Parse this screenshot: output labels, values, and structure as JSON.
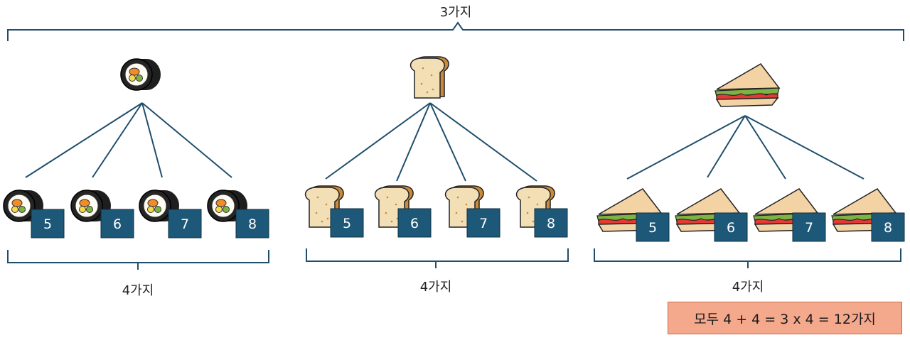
{
  "top_label": "3가지",
  "groups": [
    {
      "food": "gimbap",
      "count_label": "4가지",
      "numbers": [
        "5",
        "6",
        "7",
        "8"
      ]
    },
    {
      "food": "bread",
      "count_label": "4가지",
      "numbers": [
        "5",
        "6",
        "7",
        "8"
      ]
    },
    {
      "food": "sandwich",
      "count_label": "4가지",
      "numbers": [
        "5",
        "6",
        "7",
        "8"
      ]
    }
  ],
  "summary": "모두 4 + 4 = 3 x 4 = 12가지",
  "colors": {
    "line": "#1f4e6b",
    "box": "#1d5878",
    "summary_fill": "#f4a88c",
    "summary_border": "#c96b4b"
  }
}
